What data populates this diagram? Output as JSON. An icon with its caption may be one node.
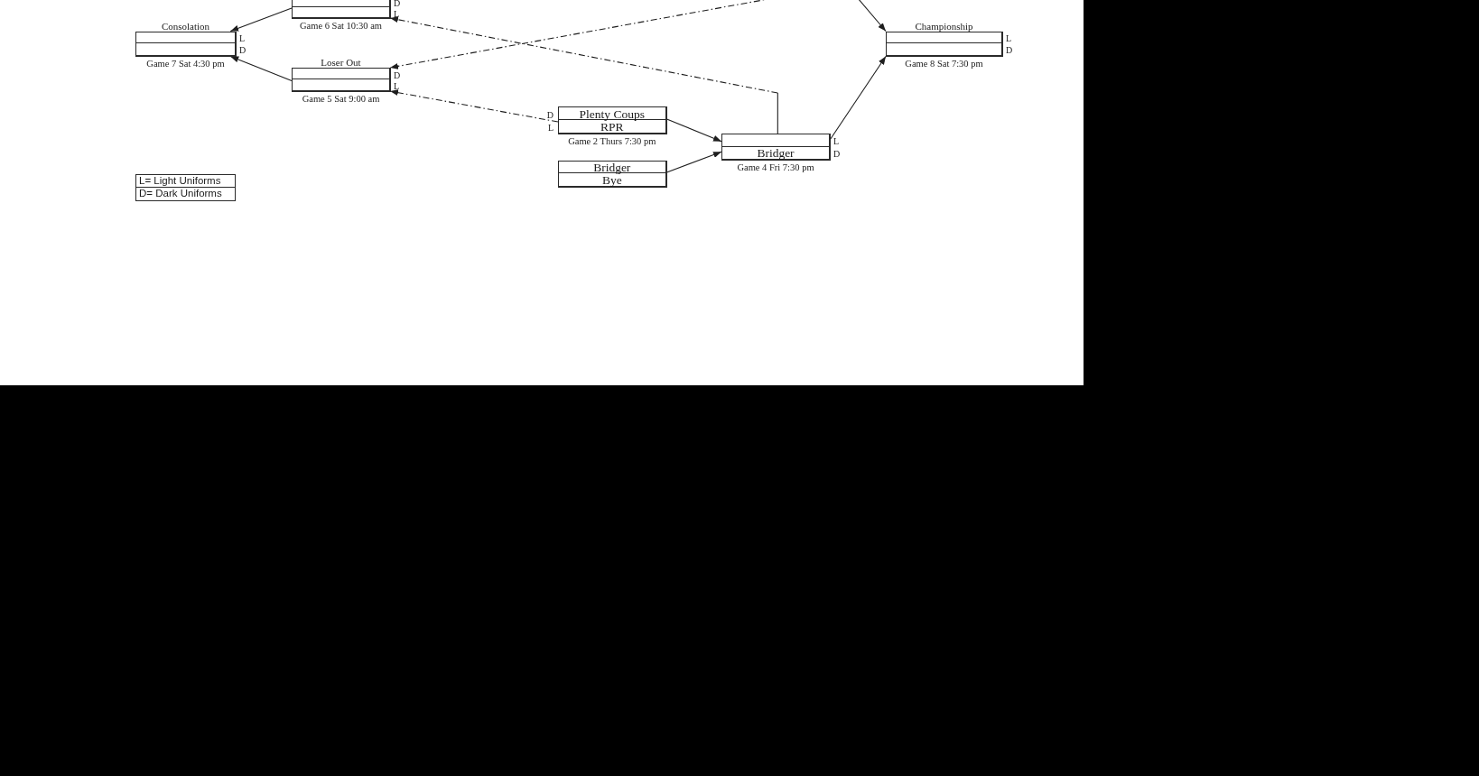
{
  "diagram": {
    "nodes": [
      {
        "text": [],
        "shape": "box",
        "beside": [
          "Game 6 Sat 10:30 am"
        ]
      },
      {
        "text": [],
        "shape": "box",
        "in": 0,
        "beside": [
          "D"
        ]
      },
      {
        "text": [],
        "shape": "box",
        "in": 0,
        "beside": [
          "L"
        ]
      },
      {
        "text": [
          "Consolation"
        ],
        "beside": [
          "Game 7 Sat 4:30 pm"
        ]
      },
      {
        "text": [],
        "shape": "box",
        "in": 3,
        "beside": [
          "L"
        ]
      },
      {
        "text": [],
        "shape": "box",
        "in": 3,
        "beside": [
          "D"
        ]
      },
      {
        "text": [
          "Championship"
        ],
        "beside": [
          "Game 8 Sat 7:30 pm"
        ]
      },
      {
        "text": [],
        "shape": "box",
        "in": 6,
        "beside": [
          "L"
        ]
      },
      {
        "text": [],
        "shape": "box",
        "in": 6,
        "beside": [
          "D"
        ]
      },
      {
        "text": [
          "Loser Out"
        ],
        "beside": [
          "Game 5 Sat 9:00 am"
        ]
      },
      {
        "text": [],
        "shape": "box",
        "in": 9,
        "beside": [
          "D"
        ]
      },
      {
        "text": [],
        "shape": "box",
        "in": 9,
        "beside": [
          "L"
        ]
      },
      {
        "text": [],
        "shape": "box",
        "beside": [
          "Game 2 Thurs 7:30 pm"
        ]
      },
      {
        "text": [
          "Plenty Coups"
        ],
        "in": 12,
        "beside": [
          "D"
        ]
      },
      {
        "text": [
          "RPR"
        ],
        "in": 12,
        "beside": [
          "L"
        ]
      },
      {
        "text": [],
        "shape": "box",
        "beside": [
          "Game 4 Fri 7:30 pm"
        ]
      },
      {
        "text": [],
        "shape": "box",
        "in": 15,
        "beside": [
          "L"
        ]
      },
      {
        "text": [
          "Bridger"
        ],
        "in": 15,
        "beside": [
          "D"
        ]
      },
      {
        "text": [],
        "shape": "box"
      },
      {
        "text": [
          "Bridger"
        ],
        "in": 18
      },
      {
        "text": [
          "Bye"
        ],
        "in": 18
      }
    ],
    "edges": [
      {
        "from": 0,
        "to": 3,
        "arrow": "to"
      },
      {
        "from": 9,
        "to": 3,
        "arrow": "to"
      },
      {
        "from": 12,
        "to": 11,
        "arrow": "to",
        "style": "dashed"
      },
      {
        "from": null,
        "to": 10,
        "arrow": "to",
        "style": "dashed"
      },
      {
        "from": 15,
        "to": 2,
        "arrow": "to",
        "style": "dashed"
      },
      {
        "from": 12,
        "to": 16,
        "arrow": "to"
      },
      {
        "from": 18,
        "to": 17,
        "arrow": "to"
      },
      {
        "from": 15,
        "to": 6,
        "arrow": "to"
      },
      {
        "from": null,
        "to": 6,
        "arrow": "to"
      }
    ],
    "legend": [
      {
        "text": "L= Light Uniforms"
      },
      {
        "text": "D= Dark Uniforms"
      }
    ]
  }
}
